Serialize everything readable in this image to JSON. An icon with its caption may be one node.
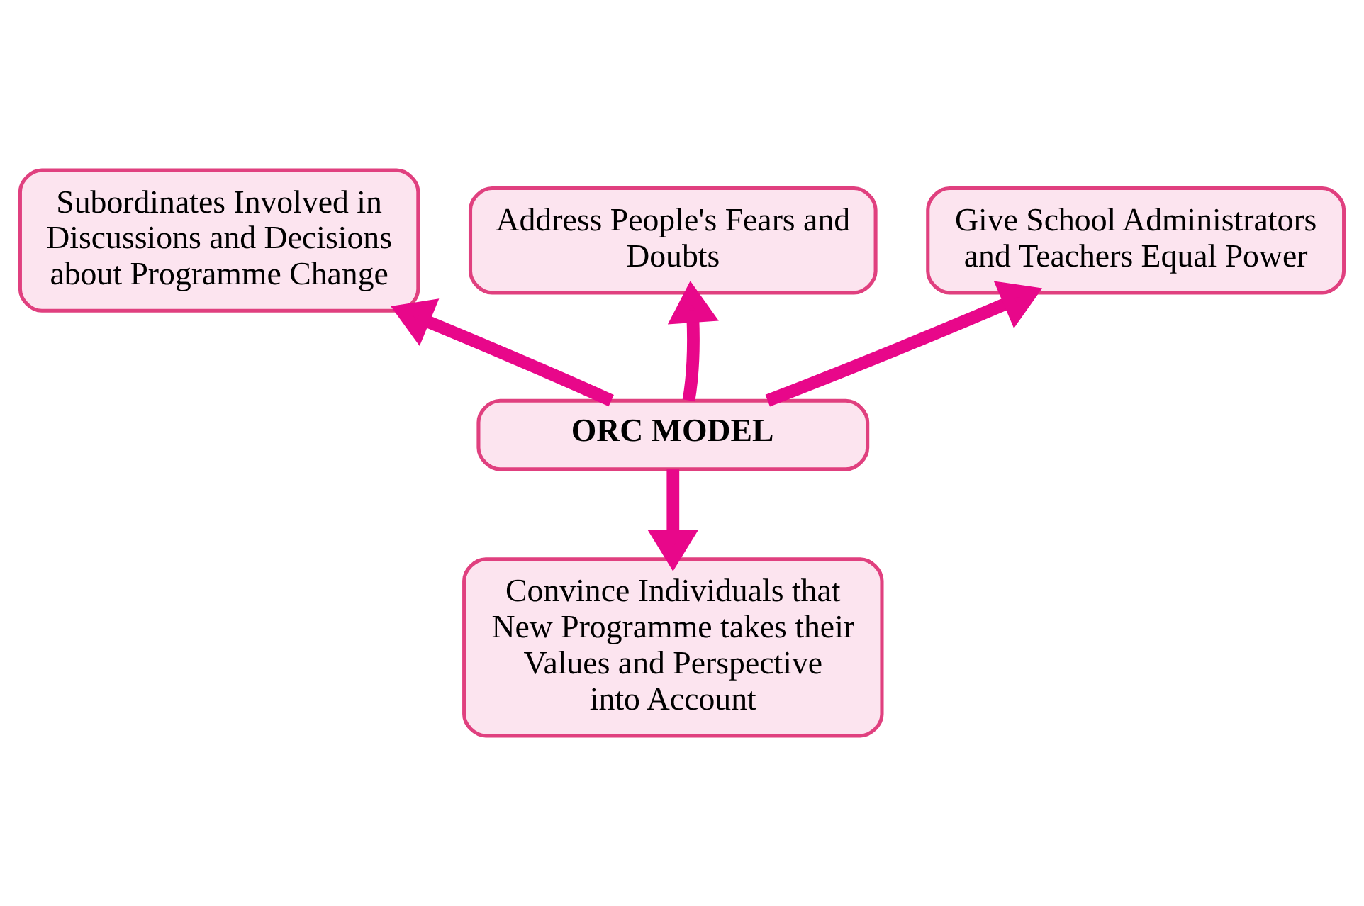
{
  "diagram": {
    "nodes": [
      {
        "text": [
          "ORC MODEL"
        ]
      },
      {
        "text": [
          "Subordinates Involved in Discussions and Decisions about Programme Change"
        ]
      },
      {
        "text": [
          "Address People's Fears and Doubts"
        ]
      },
      {
        "text": [
          "Give School Administrators and Teachers Equal Power"
        ]
      },
      {
        "text": [
          "Convince Individuals that New Programme takes their Values and Perspective into Account"
        ]
      }
    ],
    "edges": [
      {
        "from": 0,
        "to": 1,
        "arrow": "to"
      },
      {
        "from": 0,
        "to": 2,
        "arrow": "to"
      },
      {
        "from": 0,
        "to": 3,
        "arrow": "to"
      },
      {
        "from": 0,
        "to": 4,
        "arrow": "to"
      }
    ]
  }
}
